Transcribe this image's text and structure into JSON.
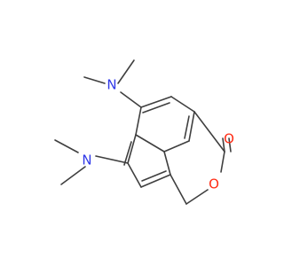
{
  "molecule": {
    "atoms": {
      "n1": "N",
      "n2": "N",
      "o_ring": "O",
      "o_carbonyl": "O"
    },
    "colors": {
      "bond": "#3f3f3f",
      "nitrogen": "#2f38e8",
      "oxygen": "#ff2d16"
    }
  }
}
